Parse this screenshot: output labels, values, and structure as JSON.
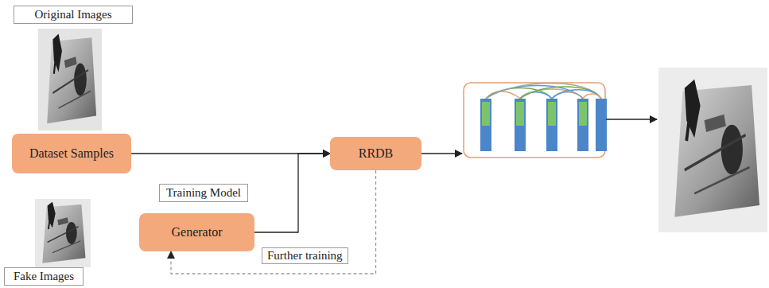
{
  "diagram": {
    "nodes": [
      {
        "text": [
          "Original Images"
        ]
      },
      {
        "text": [
          "Dataset Samples"
        ]
      },
      {
        "text": [
          "Training Model"
        ]
      },
      {
        "text": [
          "Generator"
        ]
      },
      {
        "text": [
          "Fake Images"
        ]
      },
      {
        "text": [
          "RRDB"
        ]
      }
    ],
    "edges": [
      {
        "from": 1,
        "to": 5,
        "arrow": "to"
      },
      {
        "from": 3,
        "to": 5,
        "arrow": "to"
      },
      {
        "from": 5,
        "to": 3,
        "arrow": "to",
        "label": "Further training"
      }
    ]
  }
}
